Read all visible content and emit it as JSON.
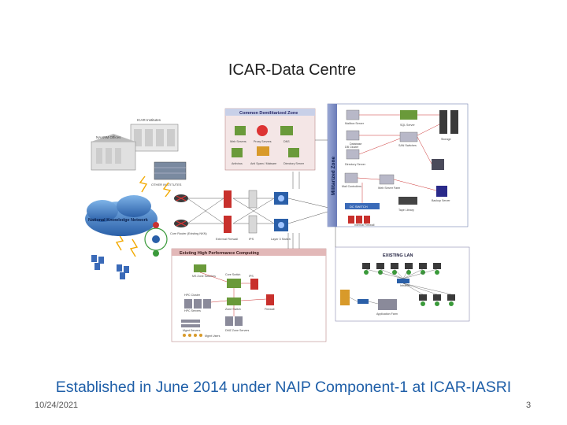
{
  "slide": {
    "title": "ICAR-Data Centre",
    "caption": "Established in June 2014 under NAIP Component-1 at ICAR-IASRI",
    "date": "10/24/2021",
    "page_number": "3"
  },
  "diagram": {
    "zones": {
      "dmz": "Common Demilitarized Zone",
      "militarized": "Militarized Zone",
      "hpc": "Existing High Performance Computing",
      "lan": "EXISTING LAN"
    },
    "network": "National Knowledge Network",
    "labels": {
      "icar_institutes": "ICAR Institutes",
      "naarm_offices": "NAARM Offices",
      "other_institutes": "OTHER INSTITUTES",
      "web_servers": "Web Servers",
      "proxy_servers": "Proxy Servers",
      "dns": "DNS",
      "antivirus": "Antivirus",
      "antispam": "Anti Spam / Malware",
      "directory_server": "Directory Server",
      "mailbox_server": "Mailbox Server",
      "database": "Database",
      "db_cluster": "DB Cluster",
      "sql_server": "SQL Server",
      "san_switches": "SAN Switches",
      "storage": "Storage",
      "directory_server_2": "Directory Server",
      "mail_controllers": "Mail Controllers",
      "web_server_farm": "Web Server Farm",
      "backup_server": "Backup Server",
      "dc_switch": "DC SWITCH",
      "internal_firewall": "Internal Firewall",
      "tape_library": "Tape Library",
      "core_router": "Core Router (Existing NKN)",
      "external_firewall": "External Firewall",
      "ips": "IPS",
      "layer3_switch": "Layer 3 Switch",
      "ms_zone": "MS Zone Switches",
      "core_switch": "Core Switch",
      "ips_2": "IPS",
      "firewall": "Firewall",
      "zone_switch": "Zone Switch",
      "hpc_cluster": "HPC Cluster",
      "dmz_zone_servers": "DMZ Zone Servers",
      "mgmt_servers": "Mgmt Servers",
      "mgmt_users": "Mgmt Users",
      "hpc_servers": "HPC Servers",
      "intranet": "Intranet",
      "application_farm": "Application Farm"
    }
  }
}
